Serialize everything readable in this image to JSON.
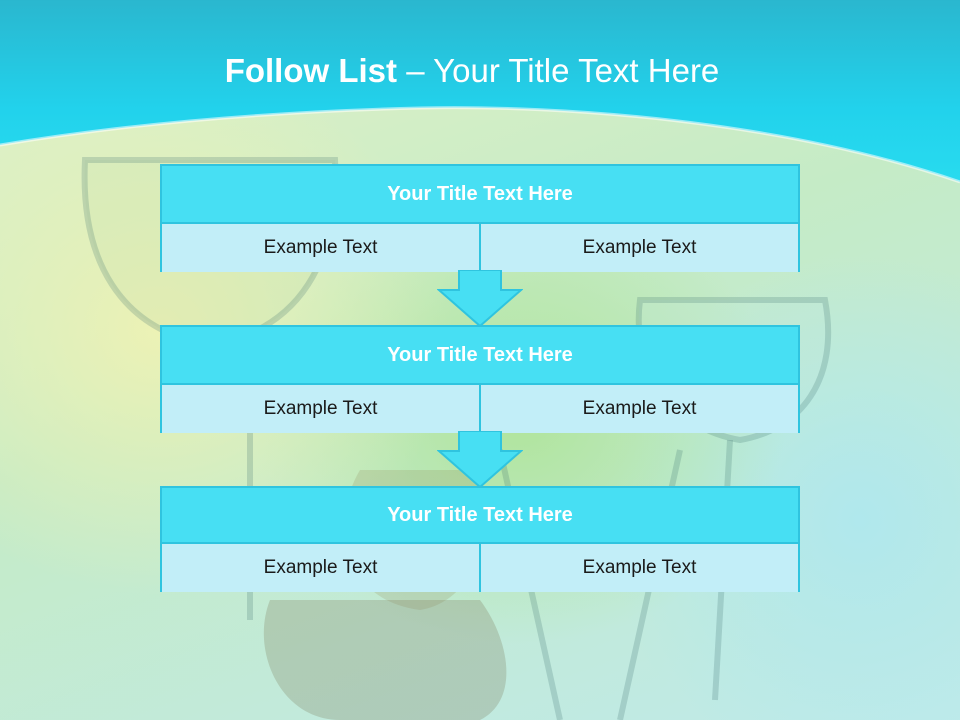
{
  "title": {
    "bold": "Follow List",
    "rest": " – Your Title Text Here"
  },
  "colors": {
    "header": "#1fd3ec",
    "box_title_fill": "#47dff3",
    "box_cell_fill": "#c2eef8",
    "border": "#2fc4df"
  },
  "boxes": [
    {
      "title": "Your Title Text Here",
      "cells": [
        "Example Text",
        "Example Text"
      ]
    },
    {
      "title": "Your Title Text Here",
      "cells": [
        "Example Text",
        "Example Text"
      ]
    },
    {
      "title": "Your Title Text Here",
      "cells": [
        "Example Text",
        "Example Text"
      ]
    }
  ],
  "arrow_icon": "arrow-down-icon"
}
